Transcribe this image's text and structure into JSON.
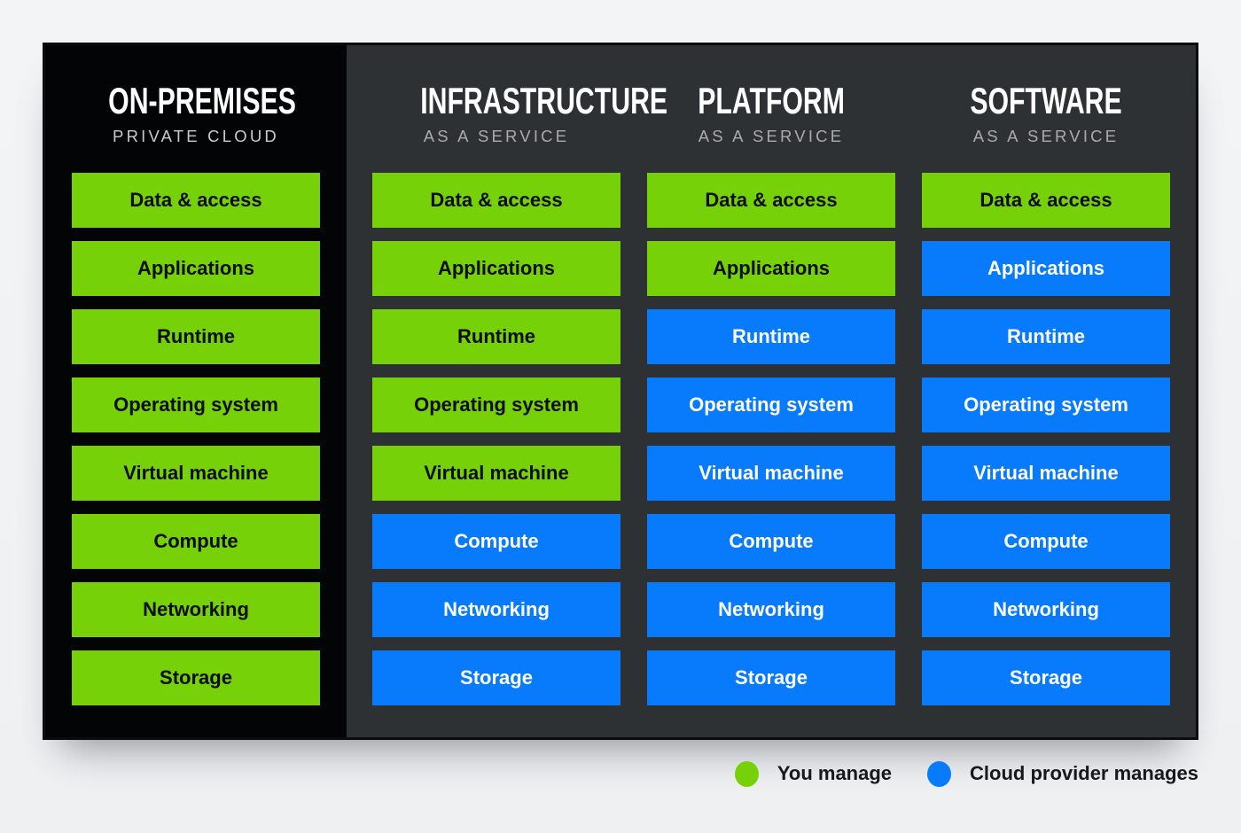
{
  "colors": {
    "you_manage": "#76d108",
    "provider_manages": "#077bfb",
    "panel_dark": "#2e3134",
    "onprem_black": "#030405"
  },
  "columns": [
    {
      "title": "ON-PREMISES",
      "subtitle": "PRIVATE CLOUD",
      "cells": [
        {
          "label": "Data & access",
          "owner": "you"
        },
        {
          "label": "Applications",
          "owner": "you"
        },
        {
          "label": "Runtime",
          "owner": "you"
        },
        {
          "label": "Operating system",
          "owner": "you"
        },
        {
          "label": "Virtual machine",
          "owner": "you"
        },
        {
          "label": "Compute",
          "owner": "you"
        },
        {
          "label": "Networking",
          "owner": "you"
        },
        {
          "label": "Storage",
          "owner": "you"
        }
      ]
    },
    {
      "title": "INFRASTRUCTURE",
      "subtitle": "AS A SERVICE",
      "cells": [
        {
          "label": "Data & access",
          "owner": "you"
        },
        {
          "label": "Applications",
          "owner": "you"
        },
        {
          "label": "Runtime",
          "owner": "you"
        },
        {
          "label": "Operating system",
          "owner": "you"
        },
        {
          "label": "Virtual machine",
          "owner": "you"
        },
        {
          "label": "Compute",
          "owner": "provider"
        },
        {
          "label": "Networking",
          "owner": "provider"
        },
        {
          "label": "Storage",
          "owner": "provider"
        }
      ]
    },
    {
      "title": "PLATFORM",
      "subtitle": "AS A SERVICE",
      "cells": [
        {
          "label": "Data & access",
          "owner": "you"
        },
        {
          "label": "Applications",
          "owner": "you"
        },
        {
          "label": "Runtime",
          "owner": "provider"
        },
        {
          "label": "Operating system",
          "owner": "provider"
        },
        {
          "label": "Virtual machine",
          "owner": "provider"
        },
        {
          "label": "Compute",
          "owner": "provider"
        },
        {
          "label": "Networking",
          "owner": "provider"
        },
        {
          "label": "Storage",
          "owner": "provider"
        }
      ]
    },
    {
      "title": "SOFTWARE",
      "subtitle": "AS A SERVICE",
      "cells": [
        {
          "label": "Data & access",
          "owner": "you"
        },
        {
          "label": "Applications",
          "owner": "provider"
        },
        {
          "label": "Runtime",
          "owner": "provider"
        },
        {
          "label": "Operating system",
          "owner": "provider"
        },
        {
          "label": "Virtual machine",
          "owner": "provider"
        },
        {
          "label": "Compute",
          "owner": "provider"
        },
        {
          "label": "Networking",
          "owner": "provider"
        },
        {
          "label": "Storage",
          "owner": "provider"
        }
      ]
    }
  ],
  "legend": [
    {
      "label": "You manage",
      "owner": "you"
    },
    {
      "label": "Cloud provider manages",
      "owner": "provider"
    }
  ]
}
